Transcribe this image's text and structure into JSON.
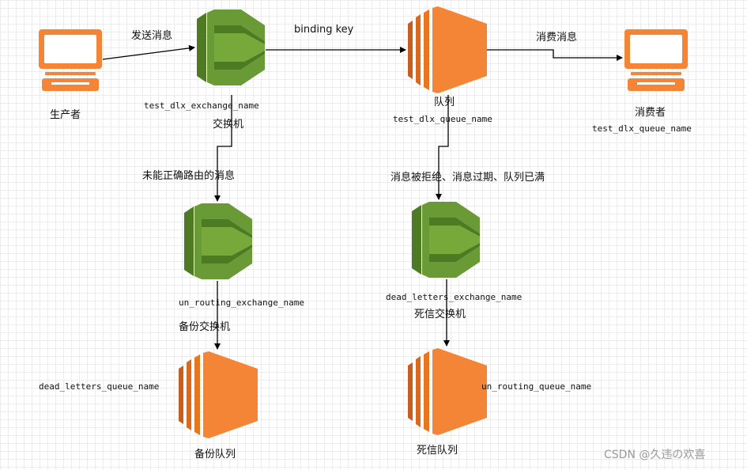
{
  "colors": {
    "computer": "#f58536",
    "exchange": "#6a9a35",
    "queue": "#f58536",
    "arrow": "#000000"
  },
  "nodes": {
    "producer": {
      "icon": "computer-icon",
      "label": "生产者"
    },
    "exchange_main": {
      "icon": "exchange-icon",
      "name": "test_dlx_exchange_name",
      "label": "交换机"
    },
    "queue_main": {
      "icon": "queue-icon",
      "label": "队列",
      "name": "test_dlx_queue_name"
    },
    "consumer": {
      "icon": "computer-icon",
      "label": "消费者",
      "name": "test_dlx_queue_name"
    },
    "exchange_backup": {
      "icon": "exchange-icon",
      "name": "un_routing_exchange_name",
      "label": "备份交换机"
    },
    "exchange_dead": {
      "icon": "exchange-icon",
      "name": "dead_letters_exchange_name",
      "label": "死信交换机"
    },
    "queue_backup": {
      "icon": "queue-icon",
      "name": "dead_letters_queue_name",
      "label": "备份队列"
    },
    "queue_dead": {
      "icon": "queue-icon",
      "name": "un_routing_queue_name",
      "label": "死信队列"
    }
  },
  "edges": {
    "send": "发送消息",
    "binding": "binding key",
    "consume": "消费消息",
    "unroutable": "未能正确路由的消息",
    "dead_reasons": "消息被拒绝、消息过期、队列已满"
  },
  "watermark": "CSDN @久违の欢喜"
}
